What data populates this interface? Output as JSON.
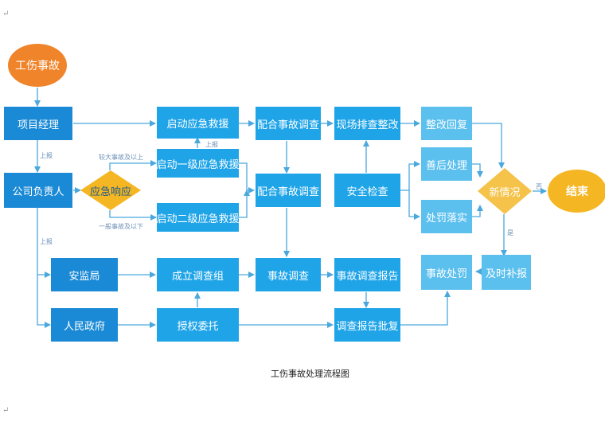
{
  "nodes": {
    "start": "工伤事故",
    "project_manager": "项目经理",
    "company_head": "公司负责人",
    "emergency_response": "应急响应",
    "safety_bureau": "安监局",
    "government": "人民政府",
    "start_rescue": "启动应急救援",
    "level1_rescue": "启动一级应急救援",
    "level2_rescue": "启动二级应急救援",
    "form_team": "成立调查组",
    "authorize": "授权委托",
    "cooperate_investigation_1": "配合事故调查",
    "cooperate_investigation_2": "配合事故调查",
    "accident_investigation": "事故调查",
    "site_rectification": "现场排查整改",
    "safety_inspection": "安全检查",
    "investigation_report": "事故调查报告",
    "report_approval": "调查报告批复",
    "rectify_reply": "整改回复",
    "aftermath": "善后处理",
    "penalty_implemented": "处罚落实",
    "accident_penalty": "事故处罚",
    "new_situation": "新情况",
    "timely_report": "及时补报",
    "end": "结束"
  },
  "edge_labels": {
    "report_up_1": "上报",
    "report_up_2": "上报",
    "report_up_3": "上报",
    "major_accident": "较大事故及以上",
    "general_accident": "一般事故及以下",
    "no": "否",
    "yes": "是"
  },
  "caption": "工伤事故处理流程图",
  "para_mark": "↵",
  "colors": {
    "dark_box": "#1b8ad6",
    "mid_box": "#1fa4e8",
    "light_box": "#5cc0ef",
    "start_ellipse": "#f0842a",
    "end_ellipse": "#f5b623",
    "diamond": "#f5b623",
    "arrow": "#4aa8dd"
  }
}
